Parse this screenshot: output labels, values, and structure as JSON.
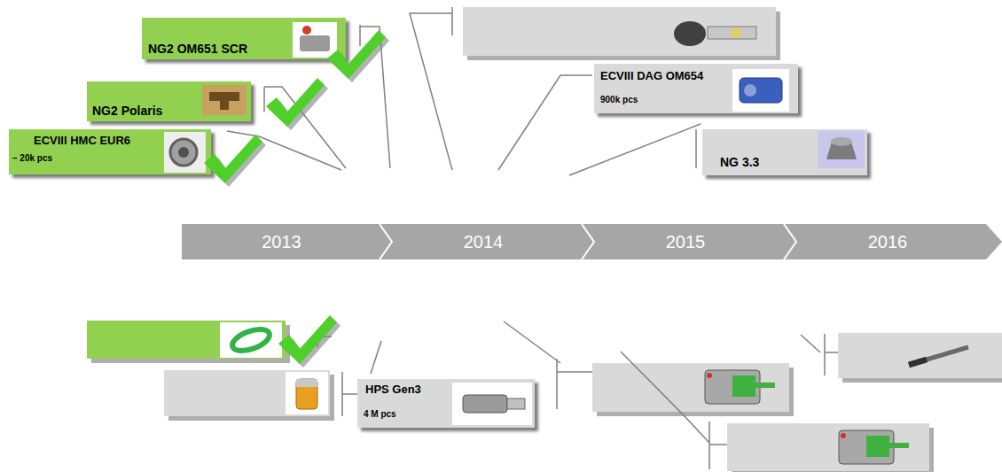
{
  "diagram": {
    "nodes": [
      {
        "text": [
          "NG2 OM651 SCR"
        ]
      },
      {
        "text": [
          "NG2 Polaris"
        ]
      },
      {
        "text": [
          "ECVIII HMC EUR6",
          "– 20k pcs"
        ]
      },
      {
        "text": [
          "ECVIII DAG OM654",
          "900k pcs"
        ]
      },
      {
        "text": [
          "NG 3.3"
        ]
      },
      {
        "text": [
          "2013"
        ]
      },
      {
        "text": [
          "2014"
        ]
      },
      {
        "text": [
          "2015"
        ]
      },
      {
        "text": [
          "2016"
        ]
      },
      {
        "text": [
          "HPS Gen3",
          "4 M pcs"
        ]
      }
    ]
  }
}
